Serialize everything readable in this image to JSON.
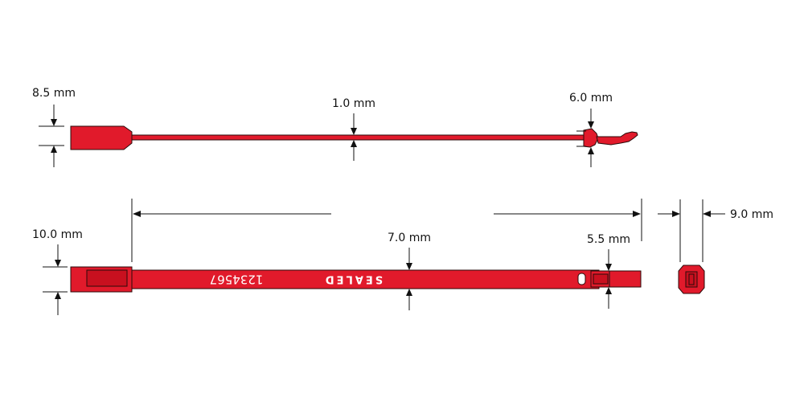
{
  "colors": {
    "seal_red": "#e11a2b",
    "seal_red_dark": "#c8101f",
    "line": "#111111",
    "background": "#ffffff"
  },
  "top_view": {
    "head_height_label": "8.5 mm",
    "strap_thickness_label": "1.0 mm",
    "tail_height_label": "6.0 mm"
  },
  "bottom_view": {
    "head_height_label": "10.0 mm",
    "strap_width_label": "7.0 mm",
    "tail_width_label": "5.5 mm",
    "printed_number": "1234567",
    "printed_word": "SEALED"
  },
  "end_view": {
    "width_label": "9.0 mm"
  }
}
